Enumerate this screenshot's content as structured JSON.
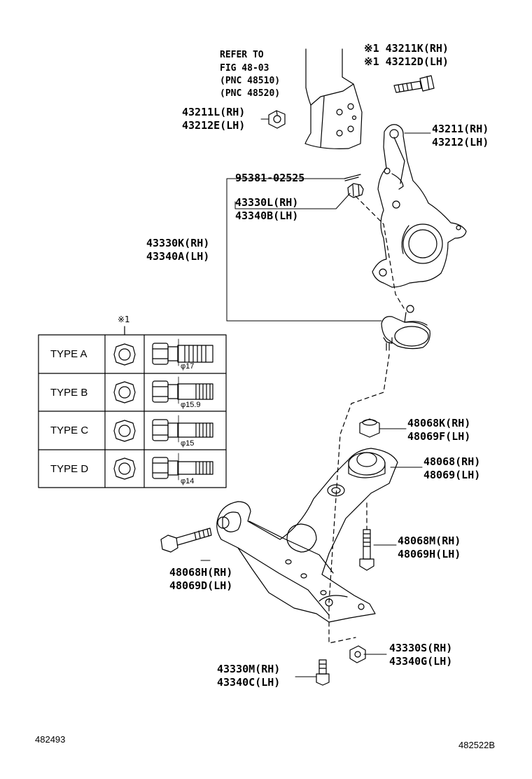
{
  "refer": {
    "lines": [
      "REFER TO",
      "FIG 48-03",
      "(PNC 48510)",
      "(PNC 48520)"
    ]
  },
  "callouts": [
    {
      "id": "bolt-43211k",
      "lines": [
        "※1 43211K(RH)",
        "※1 43212D(LH)"
      ]
    },
    {
      "id": "nut-43211l",
      "lines": [
        "43211L(RH)",
        "43212E(LH)"
      ]
    },
    {
      "id": "knuckle-43211",
      "lines": [
        "43211(RH)",
        "43212(LH)"
      ]
    },
    {
      "id": "cotter-pin",
      "lines": [
        "95381-02525"
      ]
    },
    {
      "id": "castle-nut",
      "lines": [
        "43330L(RH)",
        "43340B(LH)"
      ]
    },
    {
      "id": "ball-joint",
      "lines": [
        "43330K(RH)",
        "43340A(LH)"
      ]
    },
    {
      "id": "nut-48068k",
      "lines": [
        "48068K(RH)",
        "48069F(LH)"
      ]
    },
    {
      "id": "bushing-48068",
      "lines": [
        "48068(RH)",
        "48069(LH)"
      ]
    },
    {
      "id": "bolt-48068m",
      "lines": [
        "48068M(RH)",
        "48069H(LH)"
      ]
    },
    {
      "id": "bolt-48068h",
      "lines": [
        "48068H(RH)",
        "48069D(LH)"
      ]
    },
    {
      "id": "nut-43330s",
      "lines": [
        "43330S(RH)",
        "43340G(LH)"
      ]
    },
    {
      "id": "bolt-43330m",
      "lines": [
        "43330M(RH)",
        "43340C(LH)"
      ]
    }
  ],
  "type_table": {
    "mark": "※1",
    "rows": [
      {
        "type": "TYPE A",
        "dim": "φ17"
      },
      {
        "type": "TYPE B",
        "dim": "φ15.9"
      },
      {
        "type": "TYPE C",
        "dim": "φ15"
      },
      {
        "type": "TYPE D",
        "dim": "φ14"
      }
    ]
  },
  "footer": {
    "left_code": "482493",
    "right_code": "482522B"
  }
}
